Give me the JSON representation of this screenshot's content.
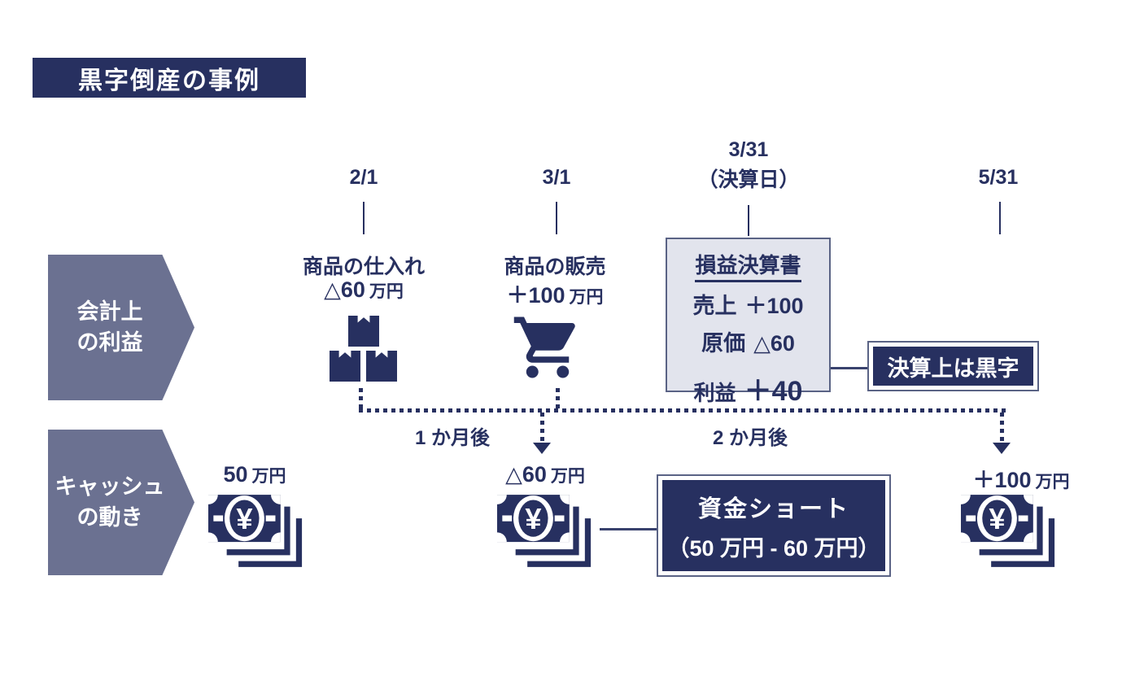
{
  "title": "黒字倒産の事例",
  "timeline": {
    "date1": "2/1",
    "date2": "3/1",
    "date3": "3/31",
    "date3_sub": "（決算日）",
    "date4": "5/31"
  },
  "row_labels": {
    "accounting_line1": "会計上",
    "accounting_line2": "の利益",
    "cash_line1": "キャッシュ",
    "cash_line2": "の動き"
  },
  "events": {
    "purchase_title": "商品の仕入れ",
    "purchase_amount_num": "△60",
    "purchase_amount_unit": "万円",
    "sale_title": "商品の販売",
    "sale_amount_num": "＋100",
    "sale_amount_unit": "万円"
  },
  "pl_box": {
    "title": "損益決算書",
    "row1_label": "売上",
    "row1_value": "＋100",
    "row2_label": "原価",
    "row2_value": "△60",
    "result_label": "利益",
    "result_value": "＋40"
  },
  "surplus_note": "決算上は黒字",
  "durations": {
    "after1": "1 か月後",
    "after2": "2 か月後"
  },
  "cash_flow": {
    "start_num": "50",
    "start_unit": "万円",
    "outflow_num": "△60",
    "outflow_unit": "万円",
    "shortage_line1": "資金ショート",
    "shortage_line2": "（50 万円 - 60 万円）",
    "inflow_num": "＋100",
    "inflow_unit": "万円"
  },
  "icons": {
    "boxes": "boxes-icon",
    "cart": "cart-icon",
    "money": "money-icon"
  },
  "colors": {
    "navy": "#273060",
    "slate": "#6B7191",
    "panel_fill": "#E2E4ED",
    "panel_border": "#5A6385",
    "text": "#273060",
    "background": "#FFFFFF"
  }
}
